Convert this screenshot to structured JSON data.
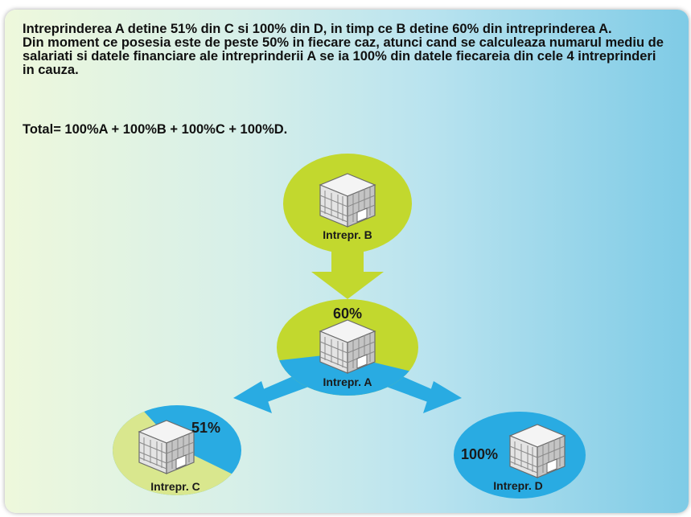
{
  "text": {
    "line1": "Intreprinderea A detine 51% din C si 100% din D, in timp ce B detine 60% din intreprinderea A.",
    "line2": "Din moment ce posesia este de peste 50% in fiecare caz, atunci cand se calculeaza numarul mediu de salariati si datele financiare ale intreprinderii A se ia 100% din datele fiecareia din cele 4 intreprinderi in cauza.",
    "total": "Total= 100%A + 100%B + 100%C + 100%D."
  },
  "nodes": {
    "b": {
      "label": "Intrepr. B",
      "percent": ""
    },
    "a": {
      "label": "Intrepr. A",
      "percent": "60%"
    },
    "c": {
      "label": "Intrepr. C",
      "percent": "51%"
    },
    "d": {
      "label": "Intrepr. D",
      "percent": "100%"
    }
  },
  "colors": {
    "green": "#c2d82e",
    "green_light": "#d9e78e",
    "blue": "#29abe2",
    "text": "#111111"
  }
}
